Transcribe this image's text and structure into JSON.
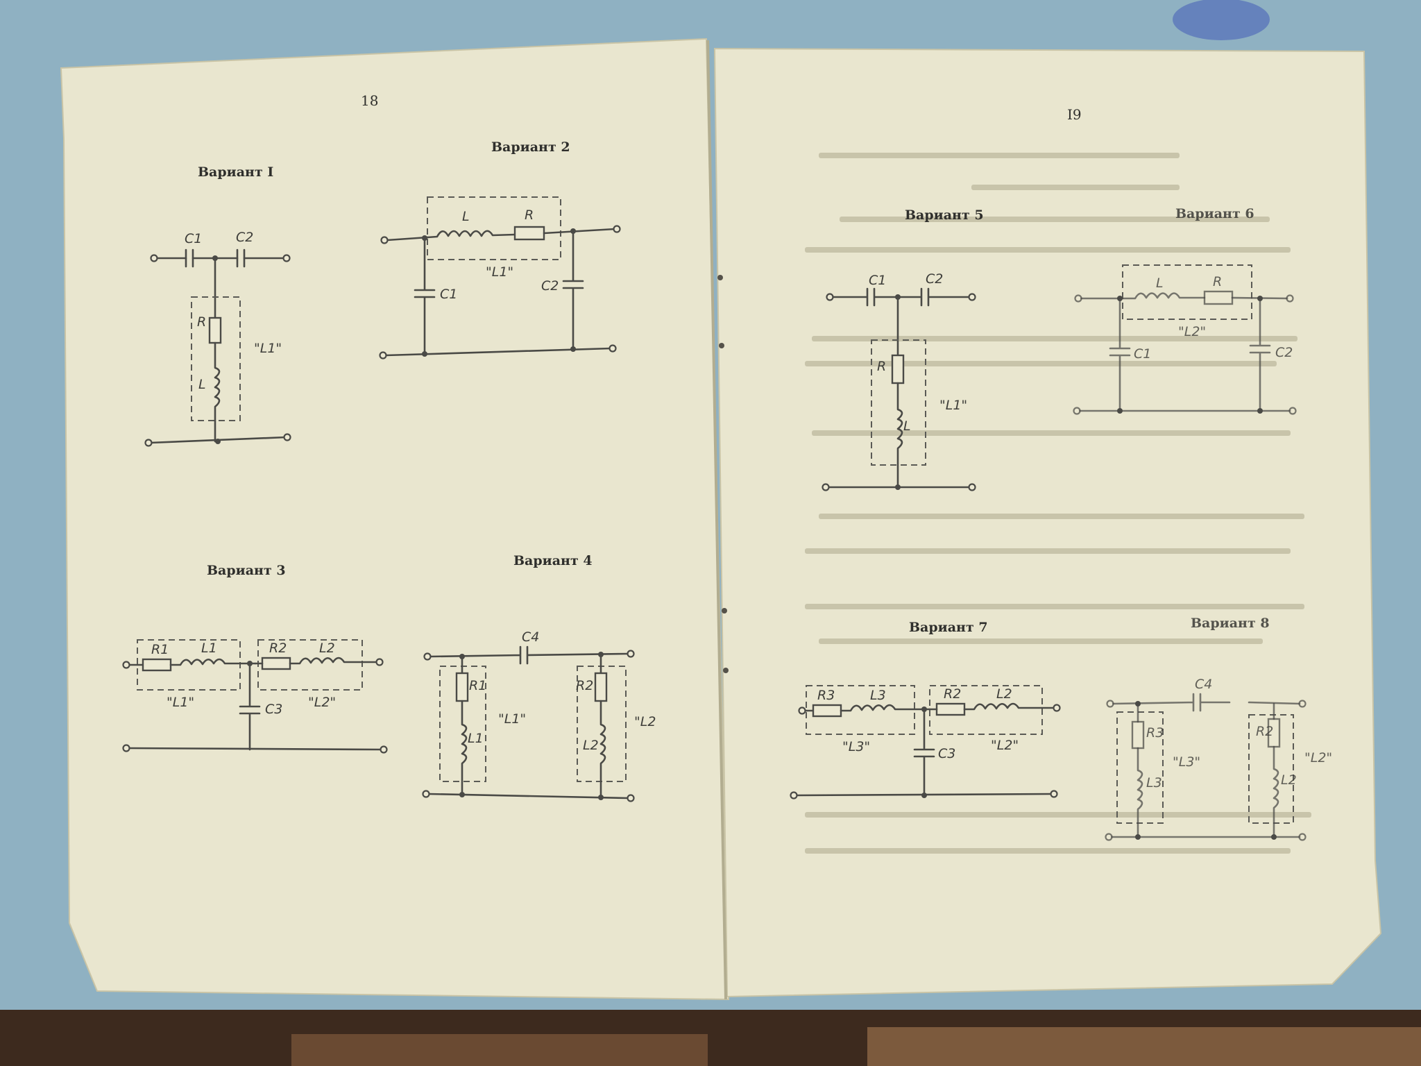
{
  "left_page": {
    "number": "18",
    "variants": [
      {
        "title": "Вариант I",
        "labels": {
          "c1": "C1",
          "c2": "C2",
          "r": "R",
          "l": "L",
          "group": "\"L1\""
        }
      },
      {
        "title": "Вариант 2",
        "labels": {
          "l": "L",
          "r": "R",
          "group": "\"L1\"",
          "c1": "C1",
          "c2": "C2"
        }
      },
      {
        "title": "Вариант 3",
        "labels": {
          "r1": "R1",
          "l1": "L1",
          "r2": "R2",
          "l2": "L2",
          "g1": "\"L1\"",
          "g2": "\"L2\"",
          "c3": "C3"
        }
      },
      {
        "title": "Вариант 4",
        "labels": {
          "c4": "C4",
          "r1": "R1",
          "l1": "L1",
          "r2": "R2",
          "l2": "L2",
          "g1": "\"L1\"",
          "g2": "\"L2"
        }
      }
    ]
  },
  "right_page": {
    "number": "I9",
    "variants": [
      {
        "title": "Вариант 5",
        "labels": {
          "c1": "C1",
          "c2": "C2",
          "r": "R",
          "l": "L",
          "group": "\"L1\""
        }
      },
      {
        "title": "Вариант 6",
        "labels": {
          "l": "L",
          "r": "R",
          "group": "\"L2\"",
          "c1": "C1",
          "c2": "C2"
        }
      },
      {
        "title": "Вариант 7",
        "labels": {
          "r3": "R3",
          "l3": "L3",
          "r2": "R2",
          "l2": "L2",
          "g1": "\"L3\"",
          "g2": "\"L2\"",
          "c3": "C3"
        }
      },
      {
        "title": "Вариант 8",
        "labels": {
          "c4": "C4",
          "r3": "R3",
          "l3": "L3",
          "r2": "R2",
          "l2": "L2",
          "g1": "\"L3\"",
          "g2": "\"L2\""
        }
      }
    ]
  }
}
